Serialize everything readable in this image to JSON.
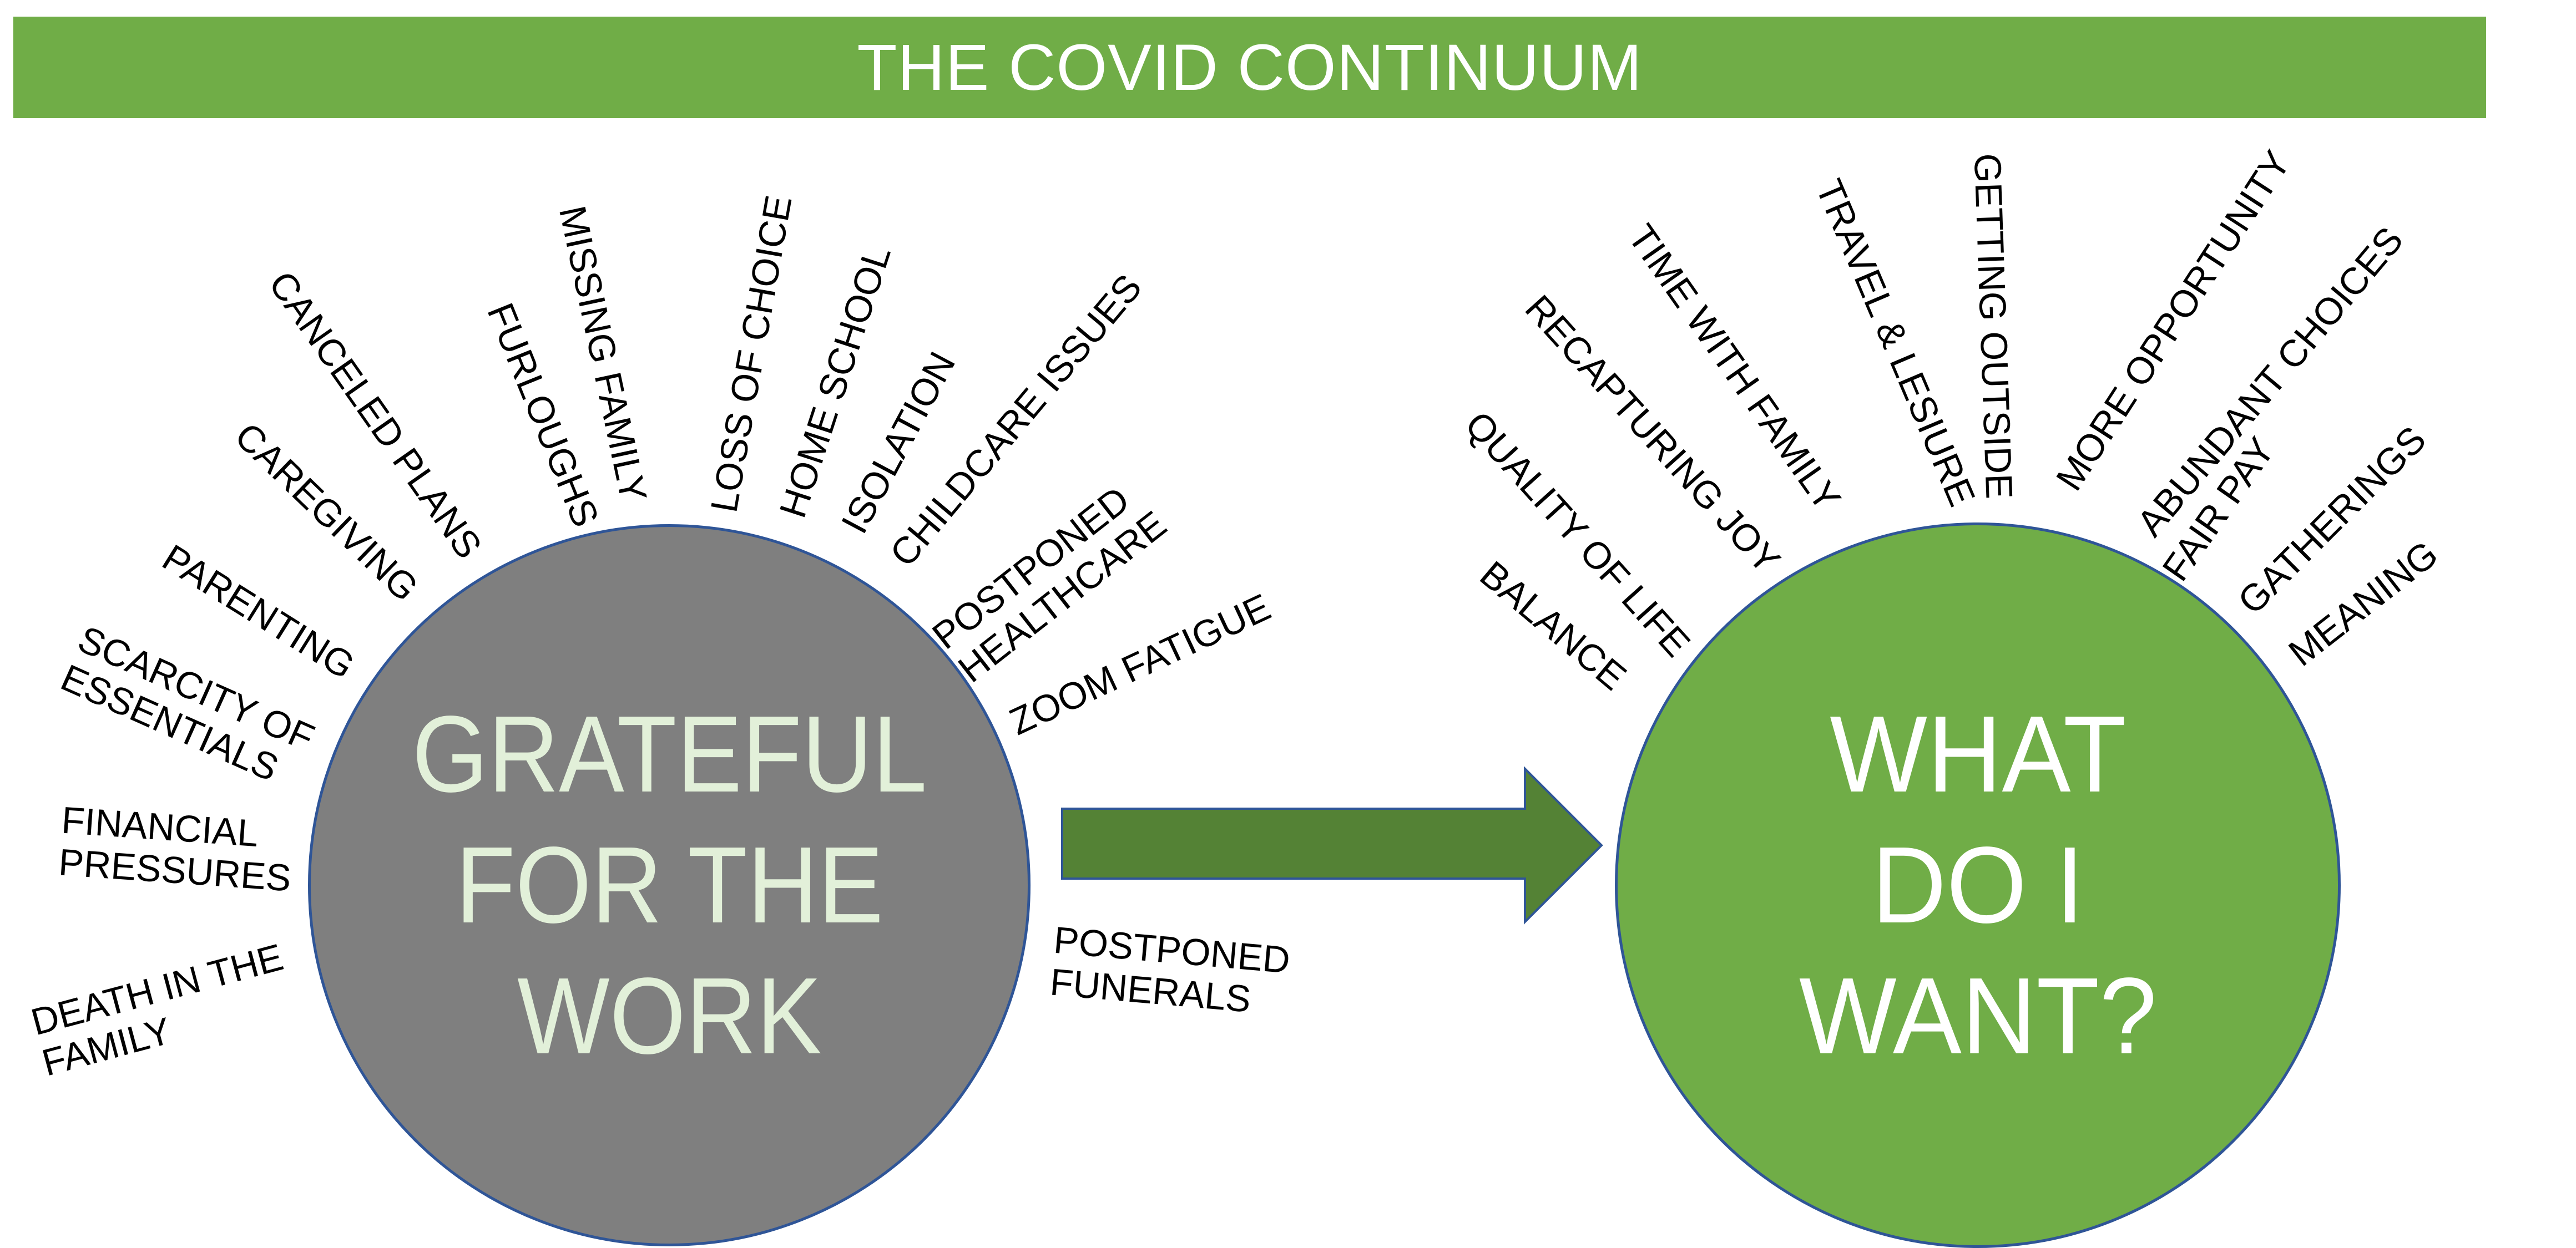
{
  "title": "THE COVID CONTINUUM",
  "colors": {
    "banner": "#70AD47",
    "left_circle": "#7F7F7F",
    "left_circle_text": "#E2F0D9",
    "right_circle": "#70AD47",
    "right_circle_text": "#FFFFFF",
    "circle_border": "#2F5597",
    "arrow": "#548235"
  },
  "left": {
    "center_text": "GRATEFUL\nFOR THE\nWORK",
    "labels": [
      "DEATH IN THE\nFAMILY",
      "FINANCIAL\nPRESSURES",
      "SCARCITY OF\nESSENTIALS",
      "PARENTING",
      "CAREGIVING",
      "CANCELED PLANS",
      "FURLOUGHS",
      "MISSING FAMILY",
      "LOSS OF CHOICE",
      "HOME SCHOOL",
      "ISOLATION",
      "CHILDCARE ISSUES",
      "POSTPONED\nHEALTHCARE",
      "ZOOM FATIGUE",
      "POSTPONED\nFUNERALS"
    ]
  },
  "arrow": {
    "icon": "right-arrow-icon"
  },
  "right": {
    "center_text": "WHAT\nDO I\nWANT?",
    "labels": [
      "BALANCE",
      "QUALITY OF LIFE",
      "RECAPTURING JOY",
      "TIME WITH FAMILY",
      "TRAVEL & LESIURE",
      "GETTING OUTSIDE",
      "MORE OPPORTUNITY",
      "ABUNDANT CHOICES",
      "FAIR PAY",
      "GATHERINGS",
      "MEANING"
    ]
  }
}
